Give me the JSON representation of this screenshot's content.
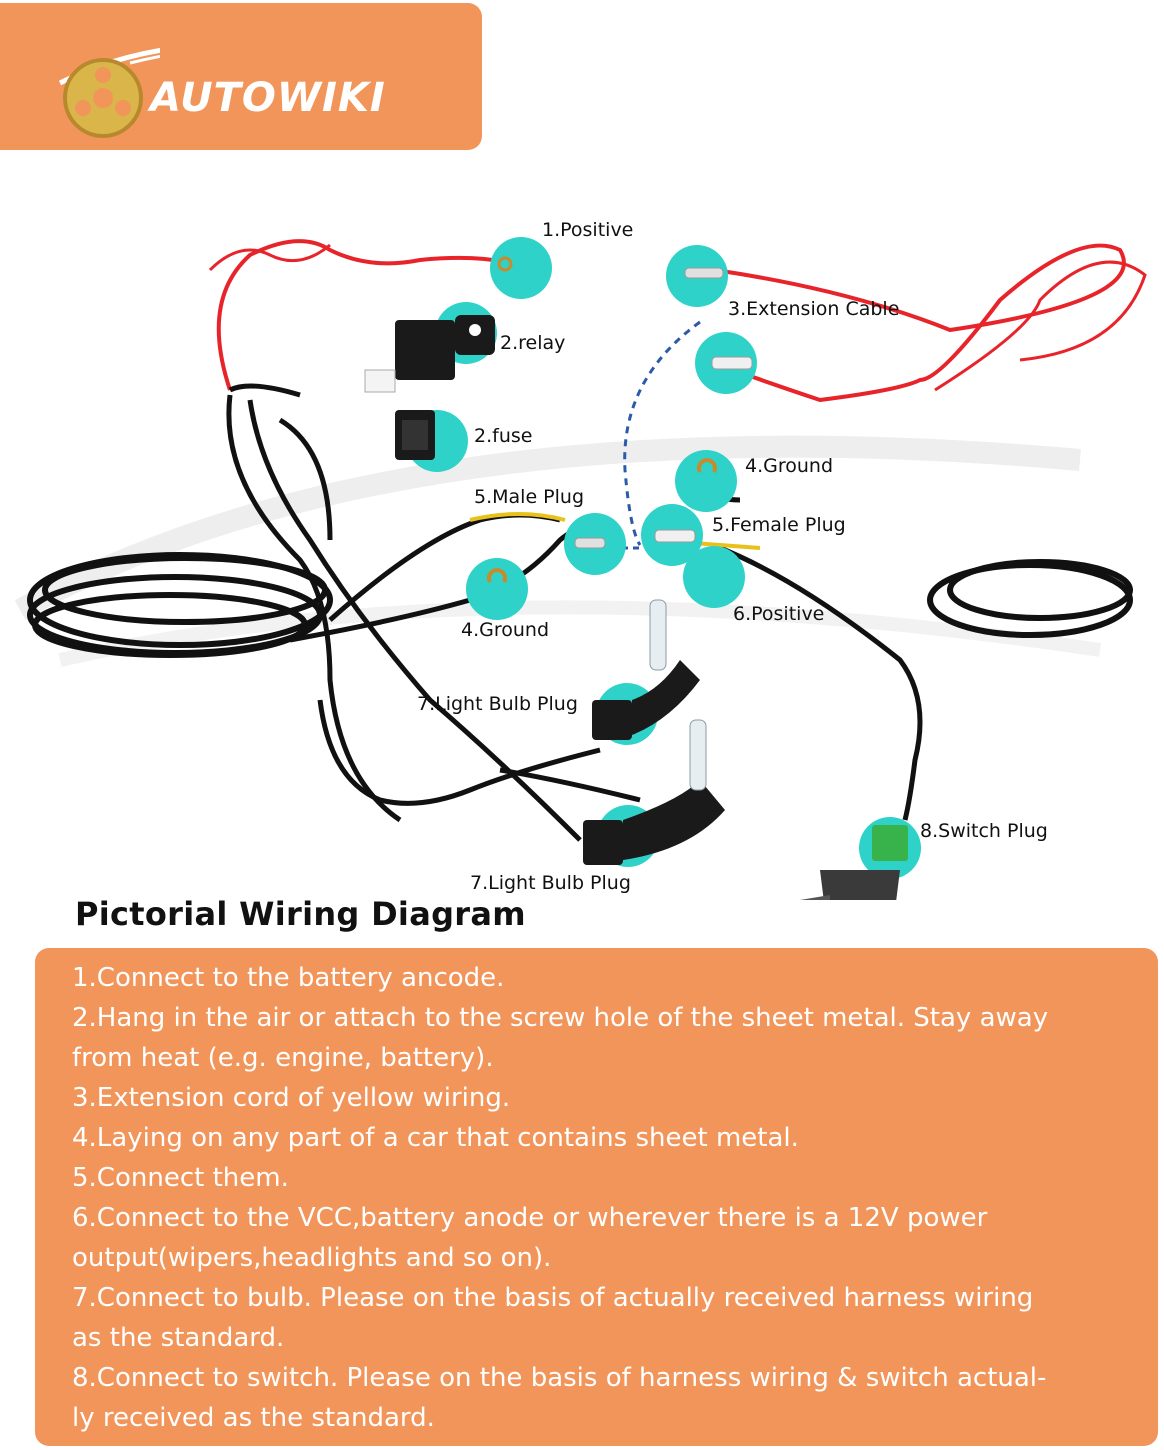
{
  "brand": {
    "name": "AUTOWIKI",
    "colors": {
      "accent": "#f2955a",
      "marker": "#2fd2c8",
      "wire_red": "#e8242b",
      "wire_black": "#111111"
    }
  },
  "labels": {
    "positive1": "1.Positive",
    "relay": "2.relay",
    "fuse": "2.fuse",
    "extension": "3.Extension Cable",
    "ground_right": "4.Ground",
    "ground_left": "4.Ground",
    "male_plug": "5.Male Plug",
    "female_plug": "5.Female Plug",
    "positive6": "6.Positive",
    "bulb_plug_top": "7.Light Bulb Plug",
    "bulb_plug_bottom": "7.Light Bulb Plug",
    "switch_plug": "8.Switch Plug"
  },
  "title": "Pictorial Wiring Diagram",
  "instructions": [
    "1.Connect to the battery ancode.",
    "2.Hang in the air or attach to the screw hole of the sheet metal. Stay away",
    "from heat (e.g. engine, battery).",
    "3.Extension cord of yellow wiring.",
    "4.Laying on any part of a car that contains sheet metal.",
    "5.Connect them.",
    "6.Connect to the VCC,battery anode or wherever  there is a 12V power",
    "output(wipers,headlights and so on).",
    "7.Connect to bulb. Please on the basis of actually received harness wiring",
    "as the standard.",
    "8.Connect to switch. Please on the basis of  harness wiring & switch actual-",
    "ly received as the standard."
  ]
}
